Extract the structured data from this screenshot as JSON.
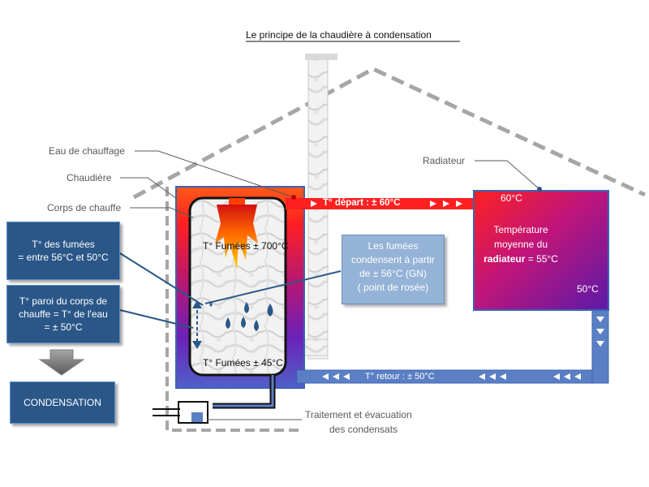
{
  "title": "Le principe de la chaudière à condensation",
  "labels": {
    "eau_chauffage": "Eau de chauffage",
    "chaudiere": "Chaudière",
    "corps_chauffe": "Corps de chauffe",
    "radiateur": "Radiateur",
    "traitement_line1": "Traitement et évacuation",
    "traitement_line2": "des condensats"
  },
  "boxes": {
    "fumees_line1": "T° des fumées",
    "fumees_line2": "= entre 56°C et 50°C",
    "paroi_line1": "T° paroi du corps de",
    "paroi_line2": "chauffe = T° de l'eau",
    "paroi_line3": "= ± 50°C",
    "condensation": "CONDENSATION"
  },
  "boiler": {
    "fumees_top": "T° Fumées ± 700°C",
    "fumees_bottom": "T° Fumées ± 45°C"
  },
  "info_box": {
    "line1": "Les fumées",
    "line2": "condensent à partir",
    "line3": "de ± 56°C (GN)",
    "line4": "( point de rosée)"
  },
  "pipes": {
    "depart": "T° départ : ± 60°C",
    "retour": "T° retour : ± 50°C"
  },
  "radiator": {
    "temp_in": "60°C",
    "temp_out": "50°C",
    "text_line1": "Température",
    "text_line2": "moyenne du",
    "text_bold": "radiateur",
    "text_line3_rest": " = 55°C"
  },
  "colors": {
    "dark_blue": "#2a5788",
    "light_blue_box": "#95b3d7",
    "water_blue": "#5b7fc4",
    "hot_red": "#ff2020",
    "purple": "#7a1ca8",
    "roof_grey": "#a6a6a6"
  }
}
